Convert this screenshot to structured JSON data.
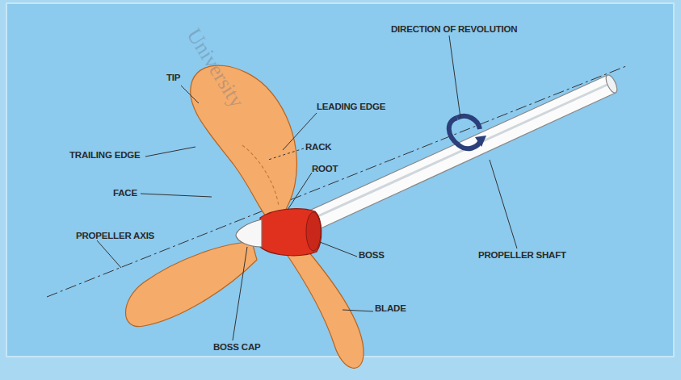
{
  "diagram": {
    "labels": [
      "DIRECTION OF REVOLUTION",
      "TIP",
      "LEADING EDGE",
      "TRAILING EDGE",
      "RACK",
      "ROOT",
      "FACE",
      "PROPELLER AXIS",
      "PROPELLER SHAFT",
      "BOSS",
      "BLADE",
      "BOSS CAP",
      "University"
    ]
  }
}
